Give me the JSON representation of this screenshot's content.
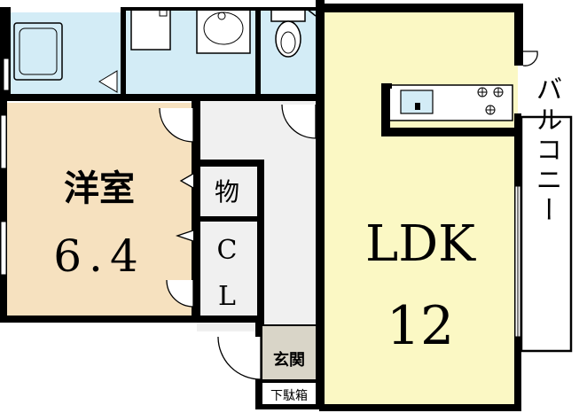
{
  "rooms": {
    "western_room": {
      "name": "洋室",
      "size": "6.4"
    },
    "ldk": {
      "name": "LDK",
      "size": "12"
    },
    "storage": {
      "label": "物"
    },
    "closet": {
      "line1": "C",
      "line2": "L"
    },
    "entrance": {
      "label": "玄関"
    },
    "shoe_box": {
      "label": "下駄箱"
    },
    "balcony": {
      "label": "バルコニー"
    }
  },
  "colors": {
    "western_room_fill": "#f6e1bf",
    "ldk_fill": "#fbf8c4",
    "wet_area_fill": "#d3ecf6",
    "hall_fill": "#f0f0f0",
    "entrance_fill": "#d9d5c8",
    "wall": "#000000"
  }
}
